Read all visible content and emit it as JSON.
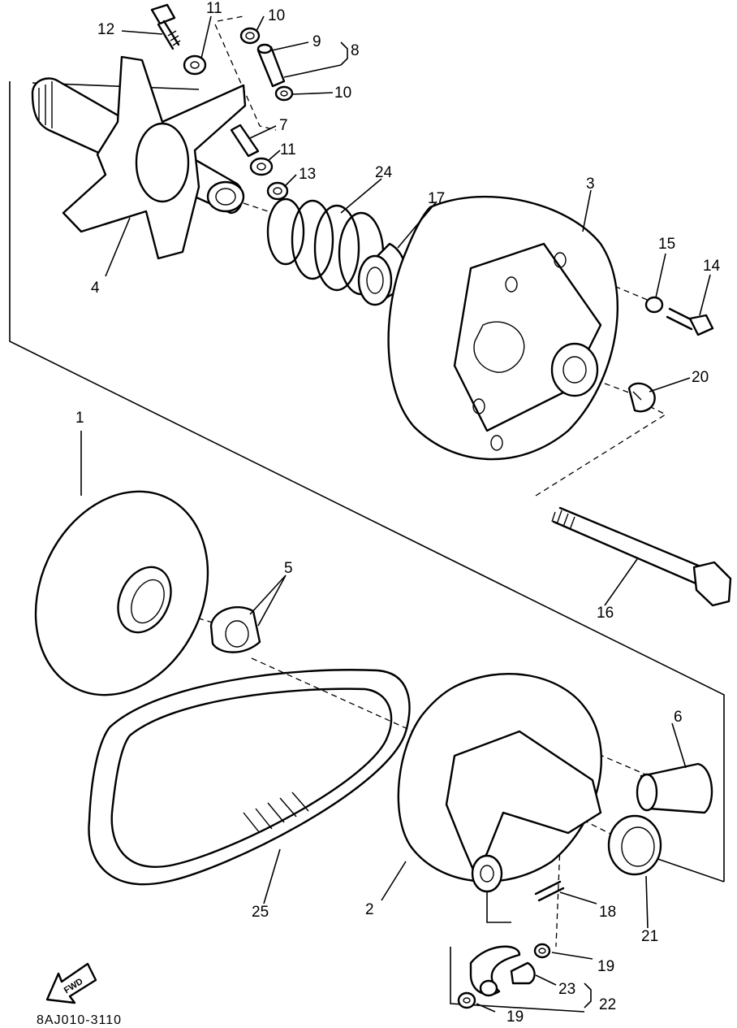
{
  "diagram": {
    "callouts": [
      "1",
      "2",
      "3",
      "4",
      "5",
      "6",
      "7",
      "8",
      "9",
      "10",
      "11",
      "12",
      "13",
      "14",
      "15",
      "16",
      "17",
      "18",
      "19",
      "20",
      "21",
      "22",
      "23",
      "24",
      "25"
    ],
    "fwd_label": "FWD",
    "drawing_code": "8AJ010-3110"
  }
}
